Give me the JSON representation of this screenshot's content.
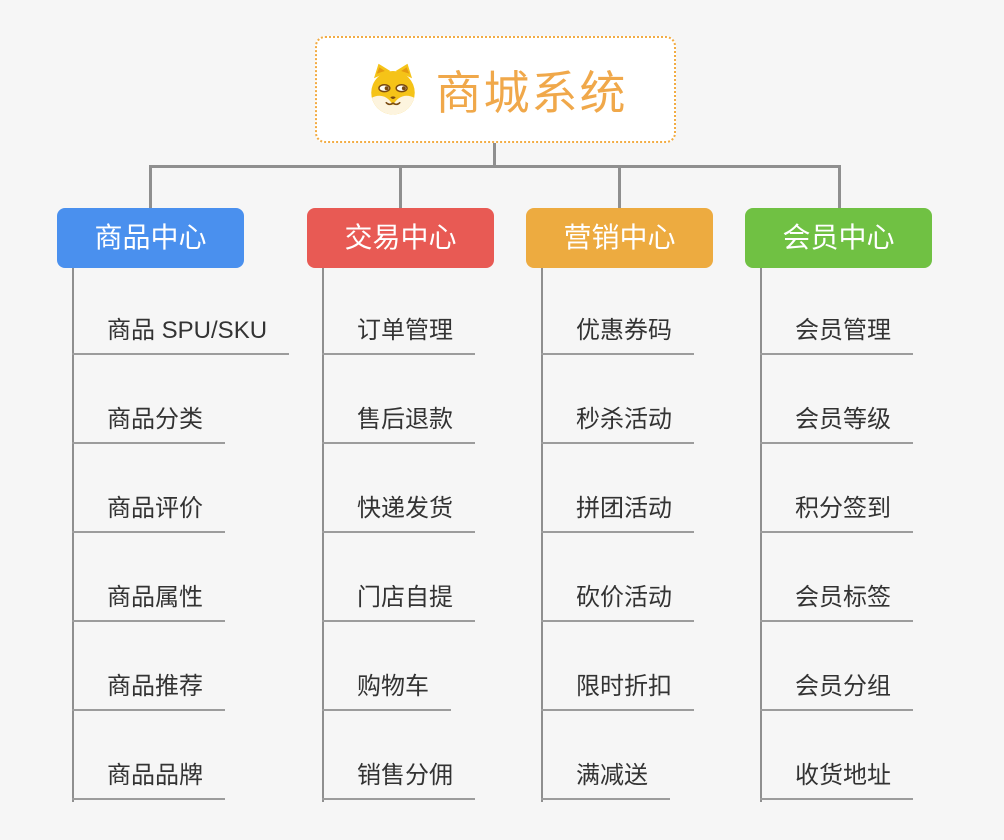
{
  "background_color": "#F6F6F6",
  "connector_color": "#8F8F8F",
  "underline_color": "#9C9C9C",
  "root": {
    "label": "商城系统",
    "icon": "shiba-dog-icon",
    "text_color": "#F0A84A",
    "border_color": "#F2AC44",
    "fill_color": "#FFFFFF"
  },
  "branches": [
    {
      "title": "商品中心",
      "color": "#4A90EE",
      "items": [
        "商品 SPU/SKU",
        "商品分类",
        "商品评价",
        "商品属性",
        "商品推荐",
        "商品品牌"
      ]
    },
    {
      "title": "交易中心",
      "color": "#E85A54",
      "items": [
        "订单管理",
        "售后退款",
        "快递发货",
        "门店自提",
        "购物车",
        "销售分佣"
      ]
    },
    {
      "title": "营销中心",
      "color": "#EDAB40",
      "items": [
        "优惠券码",
        "秒杀活动",
        "拼团活动",
        "砍价活动",
        "限时折扣",
        "满减送"
      ]
    },
    {
      "title": "会员中心",
      "color": "#70C143",
      "items": [
        "会员管理",
        "会员等级",
        "积分签到",
        "会员标签",
        "会员分组",
        "收货地址"
      ]
    }
  ]
}
